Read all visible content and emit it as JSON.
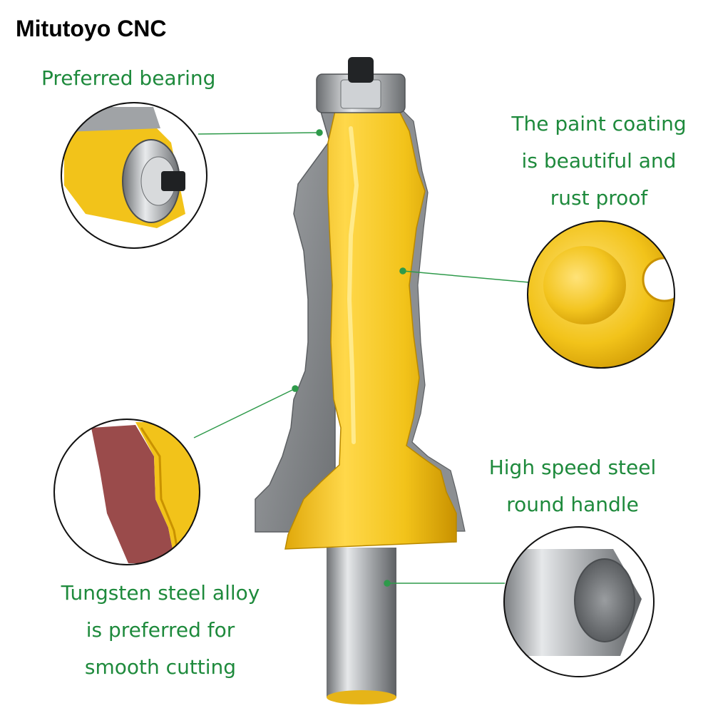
{
  "brand": "Mitutoyo CNC",
  "labels": {
    "bearing": "Preferred bearing",
    "coating": [
      "The paint coating",
      "is beautiful and",
      "rust proof"
    ],
    "handle": [
      "High speed steel",
      "round handle"
    ],
    "alloy": [
      "Tungsten steel alloy",
      "is preferred for",
      "smooth cutting"
    ]
  },
  "colors": {
    "label_text": "#1e8a3c",
    "body_yellow": "#f2c31a",
    "carbide_grey": "#8c8f92",
    "shank_grey": "#b5b8bb",
    "leader_line": "#2e9a4a"
  }
}
